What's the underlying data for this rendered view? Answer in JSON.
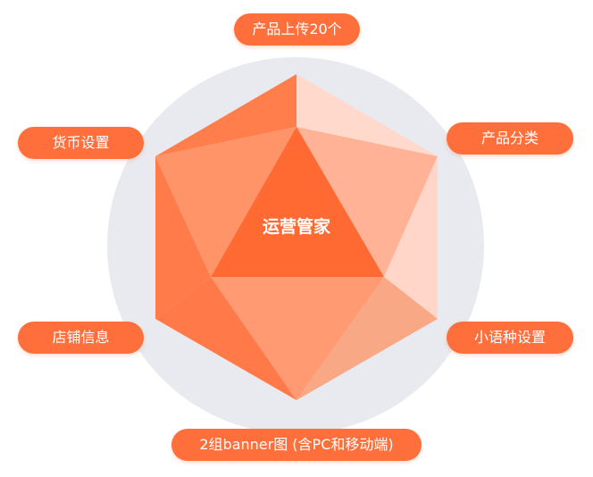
{
  "center": {
    "label": "运营管家"
  },
  "features": {
    "top": "产品上传20个",
    "right_top": "产品分类",
    "right_bottom": "小语种设置",
    "bottom": "2组banner图 (含PC和移动端)",
    "left_bottom": "店铺信息",
    "left_top": "货币设置"
  },
  "colors": {
    "accent": "#ff6f3c",
    "circle_bg": "#e8eaef",
    "label_text": "#ffffff"
  }
}
